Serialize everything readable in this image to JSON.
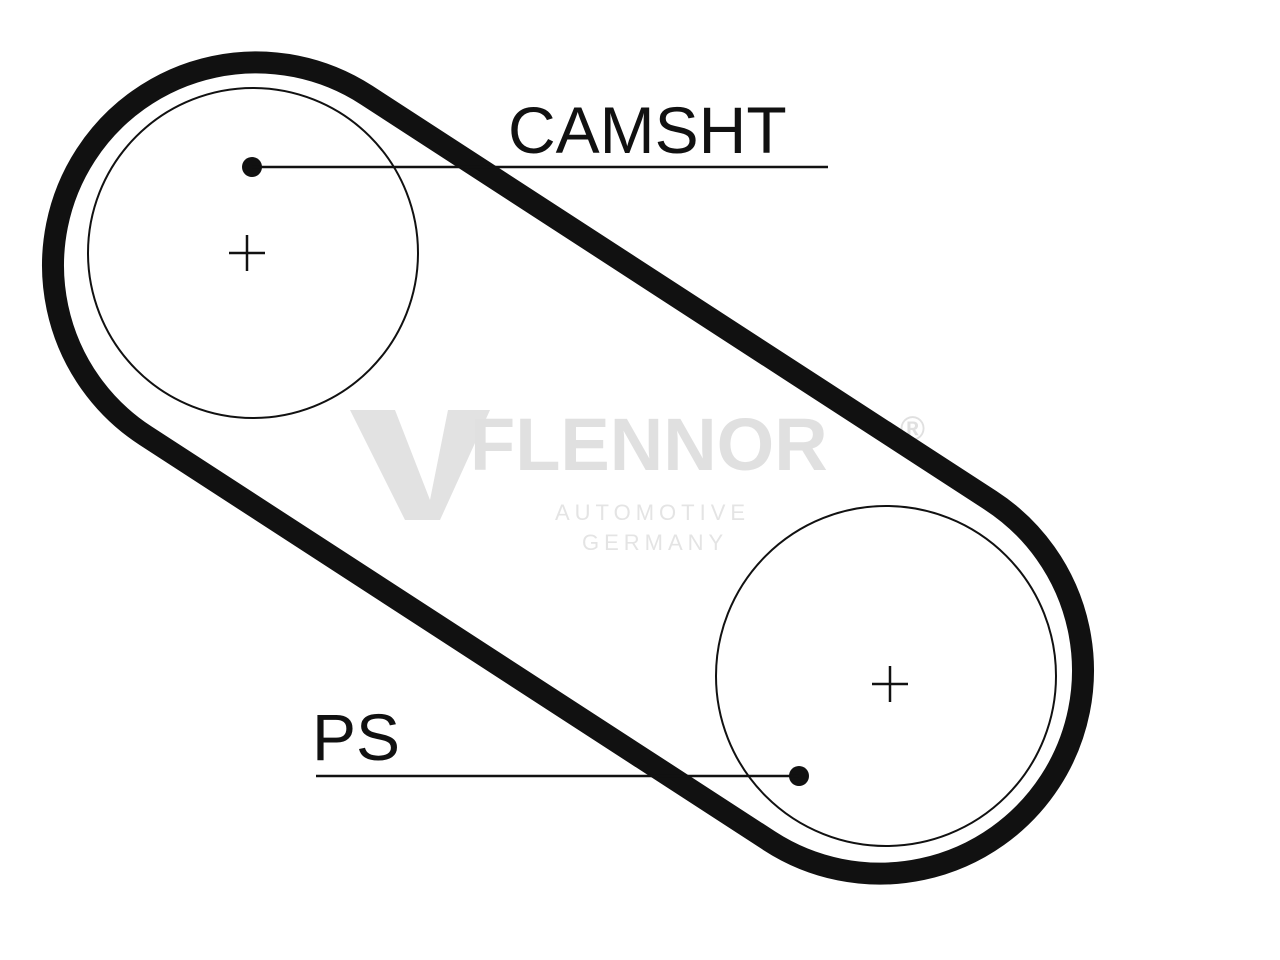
{
  "labels": {
    "camshaft": "CAMSHT",
    "crankshaft": "PS"
  },
  "watermark": {
    "brand": "FLENNOR",
    "registered": "®",
    "line1": "AUTOMOTIVE",
    "line2": "GERMANY"
  },
  "colors": {
    "ink": "#111111",
    "watermark": "#dddddd"
  }
}
